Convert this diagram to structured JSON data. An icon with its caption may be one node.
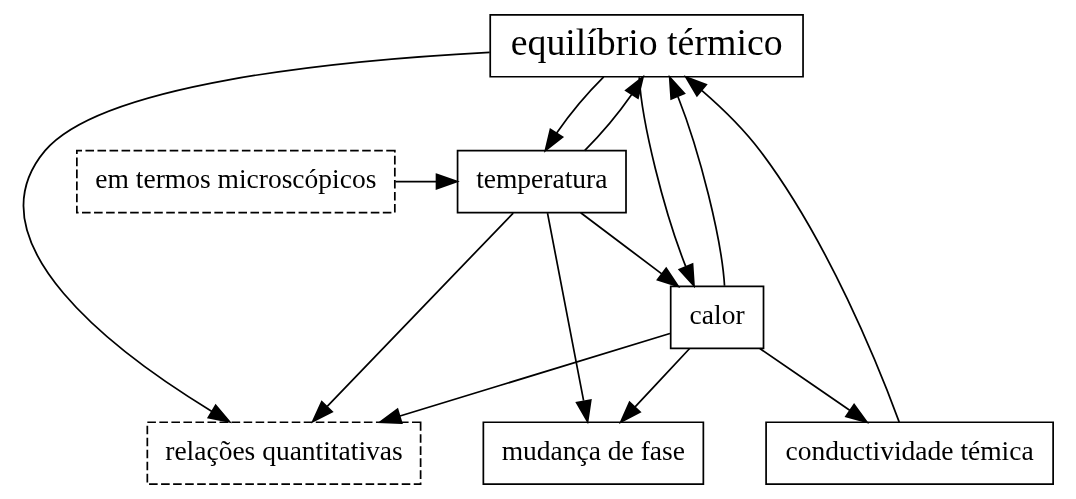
{
  "diagram": {
    "nodes": [
      {
        "text": [
          "equilíbrio térmico"
        ]
      },
      {
        "text": [
          "em termos microscópicos"
        ]
      },
      {
        "text": [
          "temperatura"
        ]
      },
      {
        "text": [
          "calor"
        ]
      },
      {
        "text": [
          "conductividade témica"
        ]
      },
      {
        "text": [
          "mudança de fase"
        ]
      },
      {
        "text": [
          "relações quantitativas"
        ]
      }
    ],
    "edges": [
      {
        "from": 0,
        "to": 2,
        "arrow": "to"
      },
      {
        "from": 2,
        "to": 0,
        "arrow": "to"
      },
      {
        "from": 1,
        "to": 2,
        "arrow": "to"
      },
      {
        "from": 0,
        "to": 3,
        "arrow": "to"
      },
      {
        "from": 3,
        "to": 0,
        "arrow": "to"
      },
      {
        "from": 2,
        "to": 3,
        "arrow": "to"
      },
      {
        "from": 3,
        "to": 4,
        "arrow": "to"
      },
      {
        "from": 4,
        "to": 0,
        "arrow": "to"
      },
      {
        "from": 2,
        "to": 5,
        "arrow": "to"
      },
      {
        "from": 3,
        "to": 5,
        "arrow": "to"
      },
      {
        "from": 2,
        "to": 6,
        "arrow": "to"
      },
      {
        "from": 3,
        "to": 6,
        "arrow": "to"
      },
      {
        "from": 0,
        "to": 6,
        "arrow": "to"
      }
    ]
  }
}
